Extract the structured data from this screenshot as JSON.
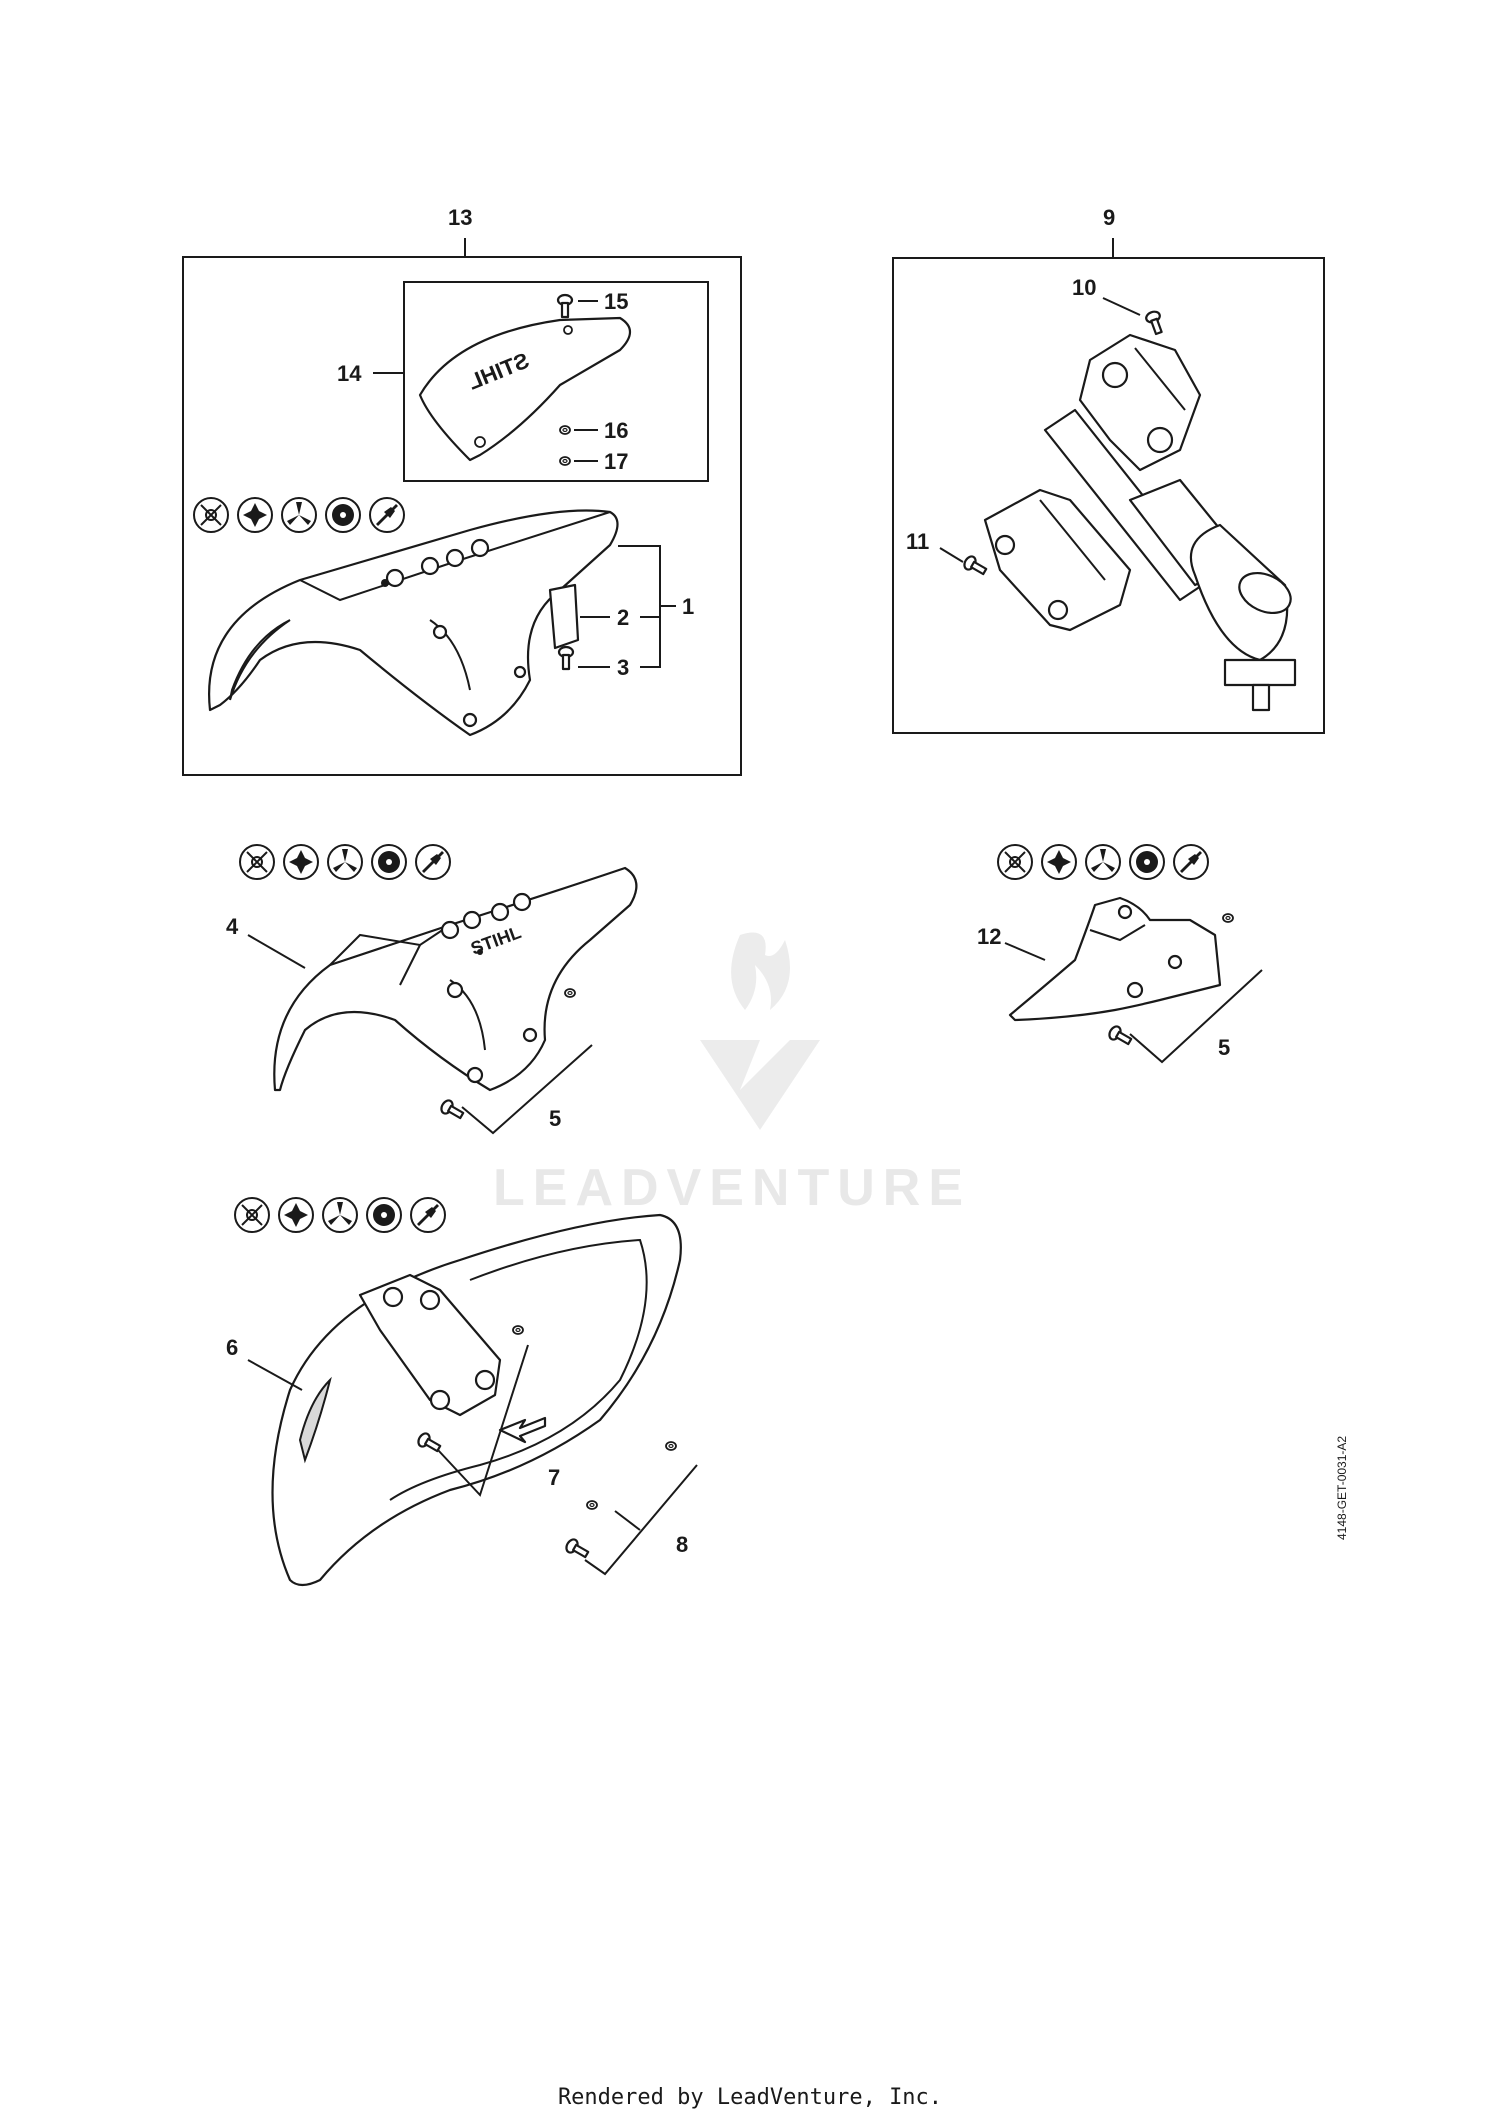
{
  "callouts": {
    "c1": "1",
    "c2": "2",
    "c3": "3",
    "c4": "4",
    "c5a": "5",
    "c5b": "5",
    "c6": "6",
    "c7": "7",
    "c8": "8",
    "c9": "9",
    "c10": "10",
    "c11": "11",
    "c12": "12",
    "c13": "13",
    "c14": "14",
    "c15": "15",
    "c16": "16",
    "c17": "17"
  },
  "watermark": {
    "text": "LEADVENTURE"
  },
  "logo_text": {
    "stihl": "STIHL"
  },
  "side_code": "4148-GET-0031-A2",
  "footer": "Rendered by LeadVenture, Inc.",
  "icons": [
    "blade-icon-1",
    "blade-icon-2",
    "blade-icon-3",
    "blade-icon-4",
    "blade-icon-5"
  ],
  "colors": {
    "ink": "#1a1a1a",
    "watermark": "#e8e8e8",
    "background": "#ffffff"
  }
}
